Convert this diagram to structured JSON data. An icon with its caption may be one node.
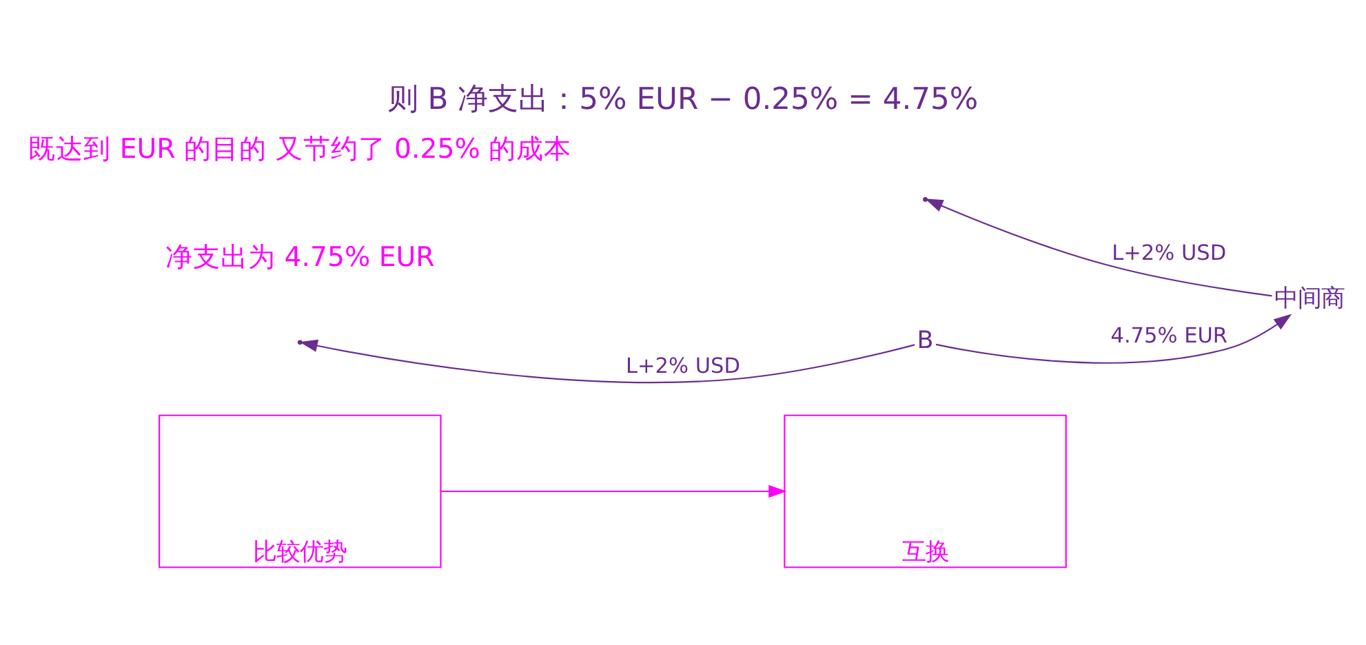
{
  "diagram": {
    "title": "则 B 净支出：5% EUR − 0.25% = 4.75%",
    "nodes": [
      {
        "text": [
          "比较优势"
        ]
      },
      {
        "text": [
          "B"
        ]
      },
      {
        "text": [
          "互换"
        ]
      },
      {
        "text": [
          "中间商"
        ]
      }
    ],
    "edges": [
      {
        "from": 1,
        "to": null,
        "arrow": "to",
        "label": "L+2% USD"
      },
      {
        "from": 0,
        "to": 2,
        "arrow": "to",
        "color": "#ff00ff"
      },
      {
        "from": 3,
        "to": null,
        "arrow": "to",
        "label": "L+2% USD"
      },
      {
        "from": 1,
        "to": 3,
        "arrow": "to",
        "label": "4.75% EUR"
      }
    ],
    "labels": [
      "净支出为 4.75% EUR",
      "既达到 EUR 的目的 又节约了 0.25% 的成本"
    ]
  }
}
